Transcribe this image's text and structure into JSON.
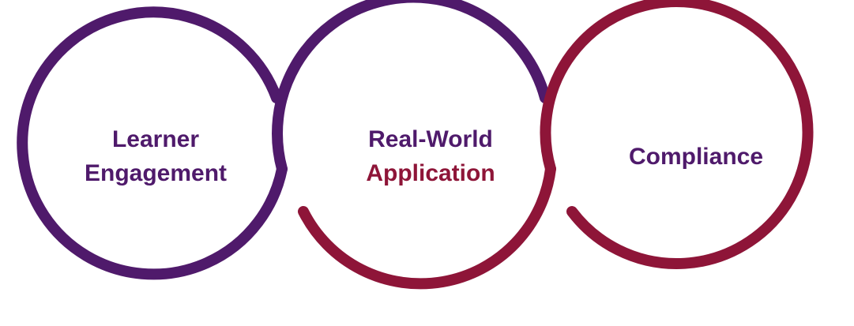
{
  "colors": {
    "purple": "#4f1a6b",
    "crimson": "#8e1538"
  },
  "circles": [
    {
      "lines": [
        "Learner",
        "Engagement"
      ],
      "line_colors": [
        "purple",
        "purple"
      ]
    },
    {
      "lines": [
        "Real-World",
        "Application"
      ],
      "line_colors": [
        "purple",
        "crimson"
      ]
    },
    {
      "lines": [
        "Compliance"
      ],
      "line_colors": [
        "purple"
      ]
    }
  ]
}
